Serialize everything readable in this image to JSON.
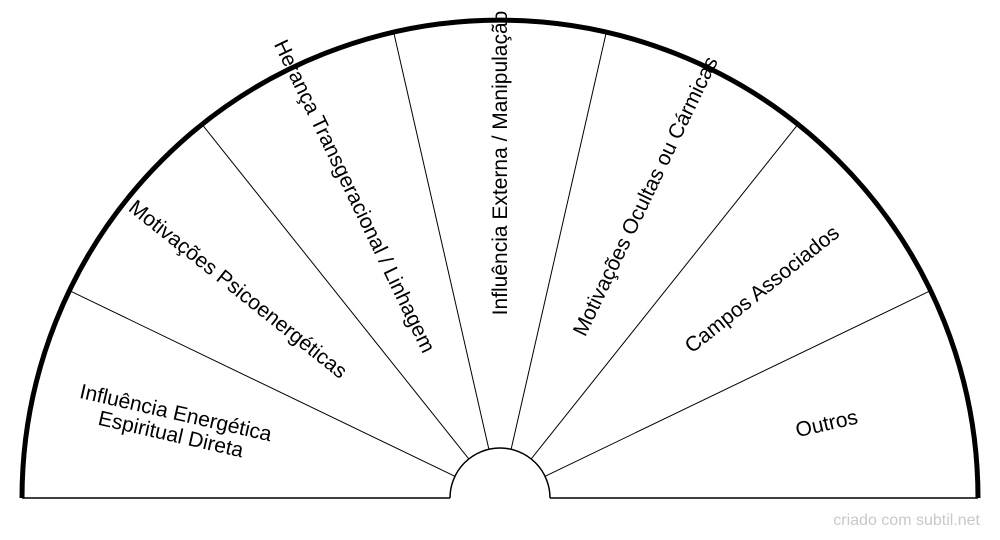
{
  "diagram": {
    "segments": [
      {
        "lines": [
          "Influência Energética",
          "Espiritual Direta"
        ]
      },
      {
        "lines": [
          "Motivações Psicoenergéticas"
        ]
      },
      {
        "lines": [
          "Herança Transgeracional / Linhagem"
        ]
      },
      {
        "lines": [
          "Influência Externa / Manipulação"
        ]
      },
      {
        "lines": [
          "Motivações Ocultas ou Cármicas"
        ]
      },
      {
        "lines": [
          "Campos Associados"
        ]
      },
      {
        "lines": [
          "Outros"
        ]
      }
    ],
    "colors": {
      "stroke": "#000000",
      "background": "#ffffff",
      "footer": "#c8c8c8"
    }
  },
  "footer": {
    "credit": "criado com subtil.net"
  }
}
